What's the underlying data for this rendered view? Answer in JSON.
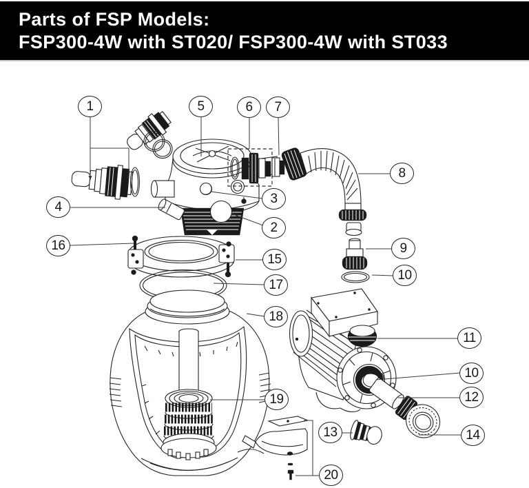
{
  "header": {
    "title_line1": "Parts of FSP Models:",
    "title_line2": "FSP300-4W with ST020/ FSP300-4W with ST033"
  },
  "callouts": [
    {
      "label": "1"
    },
    {
      "label": "5"
    },
    {
      "label": "6"
    },
    {
      "label": "7"
    },
    {
      "label": "8"
    },
    {
      "label": "3"
    },
    {
      "label": "4"
    },
    {
      "label": "2"
    },
    {
      "label": "16"
    },
    {
      "label": "15"
    },
    {
      "label": "17"
    },
    {
      "label": "9"
    },
    {
      "label": "10"
    },
    {
      "label": "18"
    },
    {
      "label": "11"
    },
    {
      "label": "10"
    },
    {
      "label": "12"
    },
    {
      "label": "19"
    },
    {
      "label": "13"
    },
    {
      "label": "14"
    },
    {
      "label": "20"
    }
  ],
  "colors": {
    "header_bg": "#000000",
    "header_text": "#ffffff",
    "line_color": "#232323",
    "dark_fill": "#1b1b1b",
    "background": "#ffffff"
  }
}
